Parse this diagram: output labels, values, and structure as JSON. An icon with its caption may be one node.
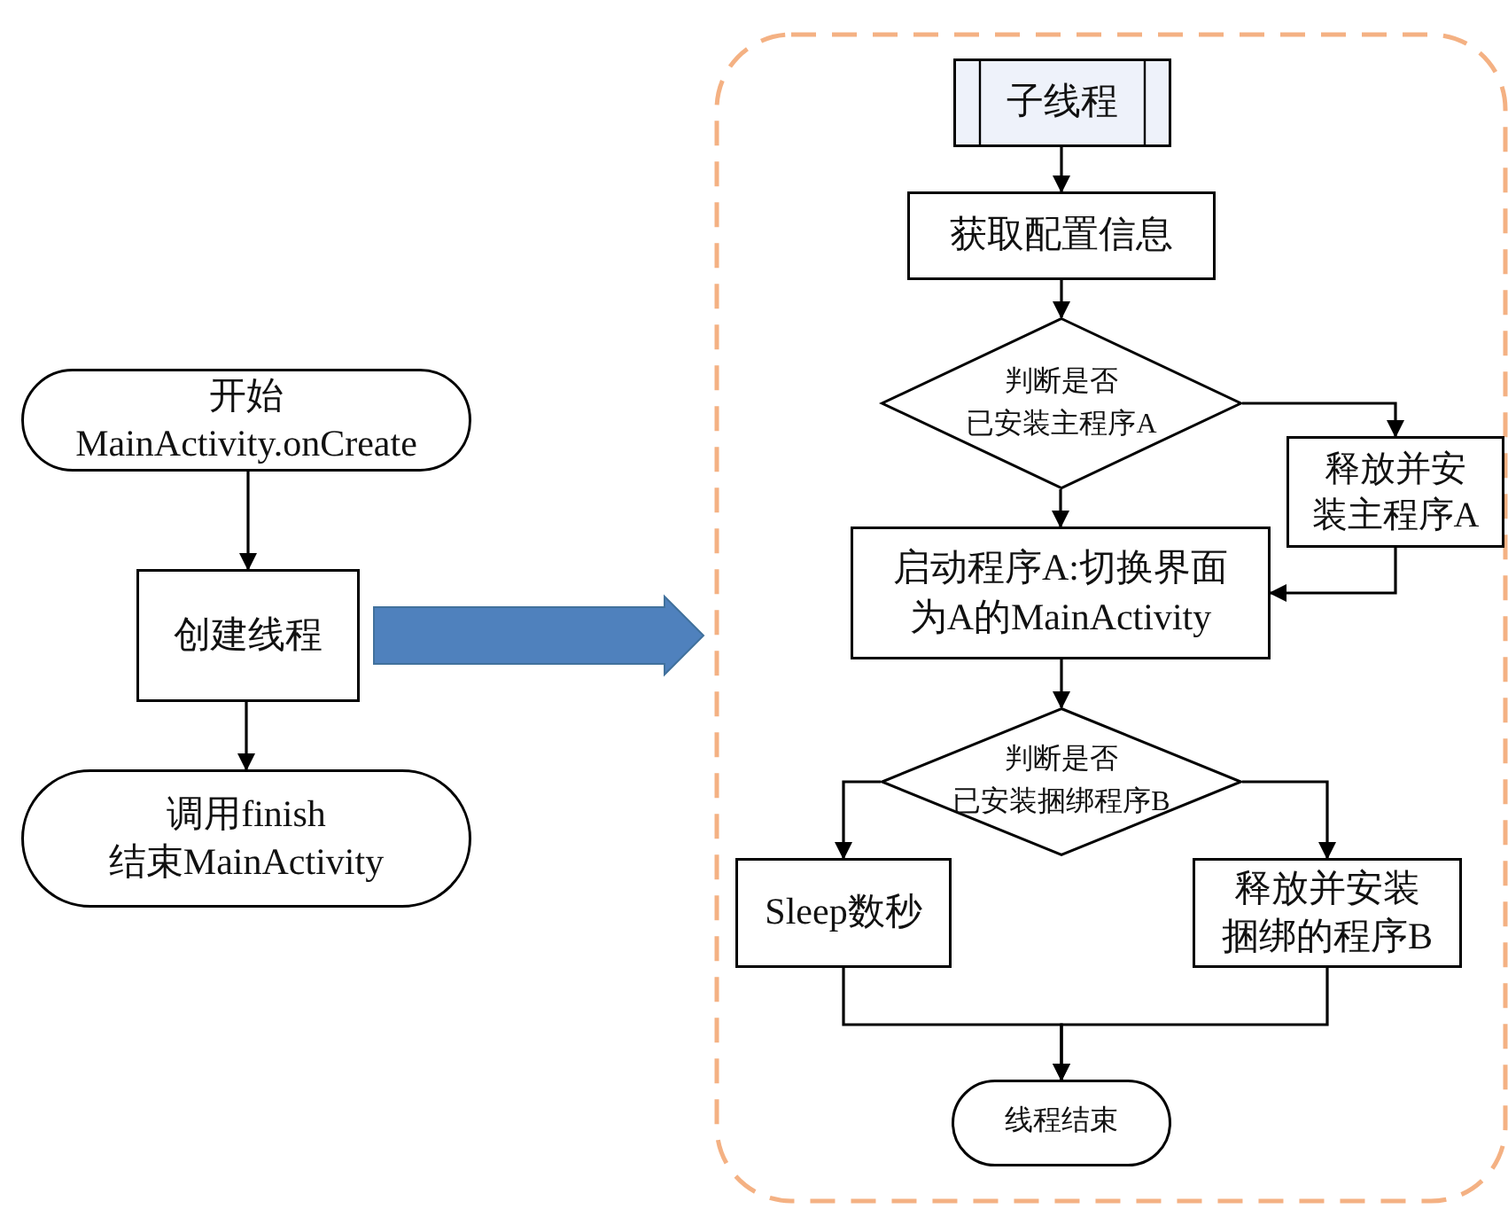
{
  "diagram": {
    "nodes": [
      {
        "text": [
          "开始",
          "MainActivity.onCreate"
        ]
      },
      {
        "text": [
          "创建线程"
        ]
      },
      {
        "text": [
          "调用finish",
          "结束MainActivity"
        ]
      },
      {
        "text": [],
        "shape": "box"
      },
      {
        "text": [
          "子线程"
        ],
        "in": 3
      },
      {
        "text": [
          "获取配置信息"
        ],
        "in": 3
      },
      {
        "text": [
          "判断是否",
          "已安装主程序A"
        ],
        "in": 3
      },
      {
        "text": [
          "释放并安装主程序A"
        ],
        "in": 3
      },
      {
        "text": [
          "启动程序A:切换界面为A的MainActivity"
        ],
        "in": 3
      },
      {
        "text": [
          "判断是否",
          "已安装捆绑程序B"
        ],
        "in": 3
      },
      {
        "text": [
          "Sleep数秒"
        ],
        "in": 3
      },
      {
        "text": [
          "释放并安装捆绑的程序B"
        ],
        "in": 3
      },
      {
        "text": [
          "线程结束"
        ],
        "in": 3
      }
    ],
    "edges": [
      {
        "from": 0,
        "to": 1,
        "arrow": "to"
      },
      {
        "from": 1,
        "to": 2,
        "arrow": "to"
      },
      {
        "from": 1,
        "to": 3,
        "arrow": "to",
        "style": "thick",
        "color": "#4f81bd"
      },
      {
        "from": 4,
        "to": 5,
        "arrow": "to"
      },
      {
        "from": 5,
        "to": 6,
        "arrow": "to"
      },
      {
        "from": 6,
        "to": 7,
        "arrow": "to"
      },
      {
        "from": 6,
        "to": 8,
        "arrow": "to"
      },
      {
        "from": 7,
        "to": 8,
        "arrow": "to"
      },
      {
        "from": 8,
        "to": 9,
        "arrow": "to"
      },
      {
        "from": 9,
        "to": 10,
        "arrow": "to"
      },
      {
        "from": 9,
        "to": 11,
        "arrow": "to"
      },
      {
        "from": 10,
        "to": 12,
        "arrow": "to"
      },
      {
        "from": 11,
        "to": 12,
        "arrow": "to"
      }
    ]
  }
}
